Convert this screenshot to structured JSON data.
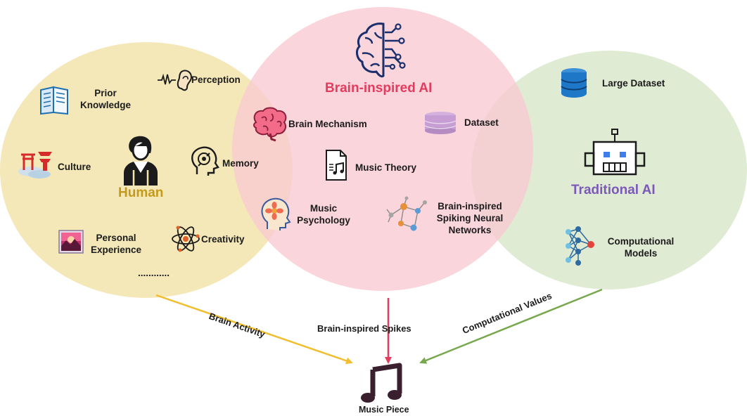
{
  "colors": {
    "human_fill": "#f3e6b0",
    "brain_fill": "#f9c9d2",
    "trad_fill": "#dde9cf",
    "human_title": "#c49a1c",
    "brain_title": "#e43b5e",
    "trad_title": "#7b59b8",
    "arrow_human": "#f0be2e",
    "arrow_brain": "#e43b5e",
    "arrow_trad": "#78a84e"
  },
  "human": {
    "title": "Human",
    "items": {
      "perception": "Perception",
      "prior_knowledge": "Prior\nKnowledge",
      "culture": "Culture",
      "memory": "Memory",
      "personal_experience": "Personal\nExperience",
      "creativity": "Creativity",
      "ellipsis": "............"
    }
  },
  "brain_ai": {
    "title": "Brain-inspired AI",
    "items": {
      "brain_mechanism": "Brain Mechanism",
      "dataset": "Dataset",
      "music_theory": "Music Theory",
      "music_psychology": "Music\nPsychology",
      "snn": "Brain-inspired\nSpiking Neural\nNetworks"
    }
  },
  "traditional_ai": {
    "title": "Traditional AI",
    "items": {
      "large_dataset": "Large Dataset",
      "computational_models": "Computational\nModels"
    }
  },
  "arrows": {
    "brain_activity": "Brain  Activity",
    "brain_spikes": "Brain-inspired Spikes",
    "computational_values": "Computational Values"
  },
  "output": {
    "label": "Music Piece"
  },
  "icons": [
    "book-icon",
    "ear-wave-icon",
    "pagoda-icon",
    "person-icon",
    "head-gear-icon",
    "painting-icon",
    "atom-icon",
    "brain-circuit-icon",
    "brain-icon",
    "database-icon",
    "music-file-icon",
    "head-flower-icon",
    "neuron-network-icon",
    "robot-icon",
    "graph-network-icon",
    "music-note-icon"
  ]
}
